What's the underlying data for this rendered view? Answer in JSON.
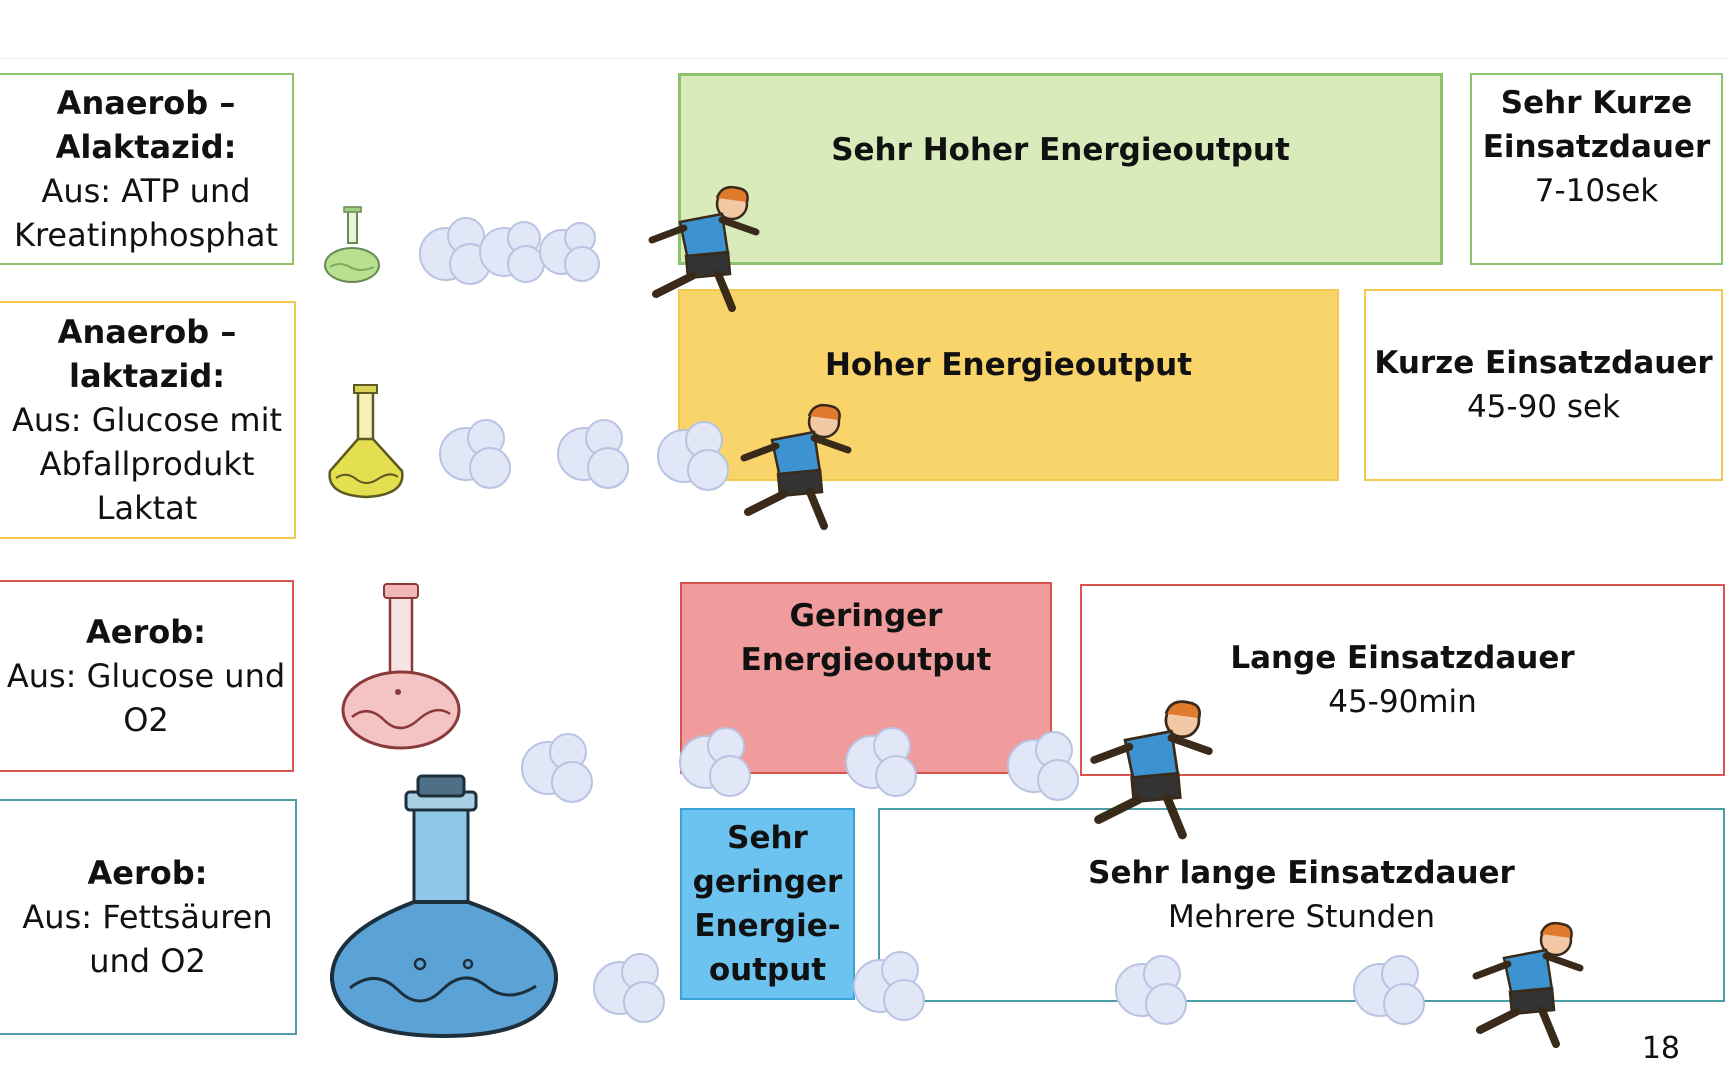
{
  "rows": [
    {
      "label_bold": "Anaerob – Alaktazid:",
      "label_text": "Aus: ATP und Kreatinphosphat",
      "energy": "Sehr Hoher Energieoutput",
      "duration_title": "Sehr Kurze Einsatzdauer",
      "duration_value": "7-10sek"
    },
    {
      "label_bold": "Anaerob – laktazid:",
      "label_text": "Aus: Glucose mit Abfallprodukt Laktat",
      "energy": "Hoher Energieoutput",
      "duration_title": "Kurze Einsatzdauer",
      "duration_value": "45-90 sek"
    },
    {
      "label_bold": "Aerob:",
      "label_text": "Aus: Glucose und O2",
      "energy": "Geringer Energieoutput",
      "duration_title": "Lange Einsatzdauer",
      "duration_value": "45-90min"
    },
    {
      "label_bold": "Aerob:",
      "label_text": "Aus: Fettsäuren und O2",
      "energy": "Sehr geringer Energie-output",
      "duration_title": "Sehr lange Einsatzdauer",
      "duration_value": "Mehrere Stunden"
    }
  ],
  "colors": {
    "green_fill": "#d9ebbb",
    "green_border": "#8cc36d",
    "yellow_fill": "#f8d46a",
    "yellow_border": "#f2c94c",
    "red_fill": "#f19c9c",
    "red_border": "#d9534f",
    "blue_fill": "#6cc3ef",
    "blue_border": "#3ba2d8",
    "teal_border": "#4d9ea6"
  },
  "icons": [
    "flask-icon",
    "exhaust-cloud-icon",
    "running-boy-icon"
  ],
  "page_number": "18"
}
